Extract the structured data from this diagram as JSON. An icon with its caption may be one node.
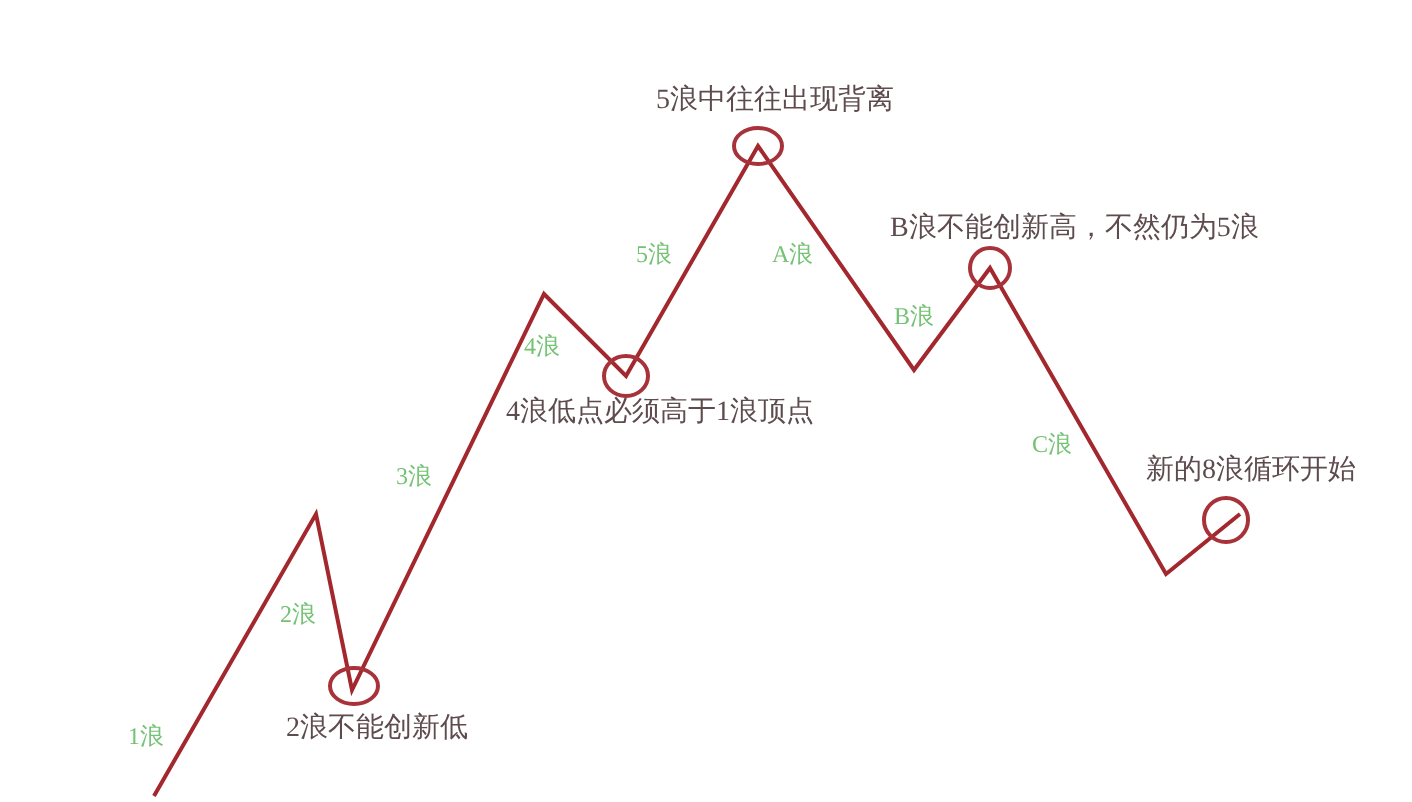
{
  "diagram": {
    "labels": [
      "5浪中往往出现背离",
      "B浪不能创新高，不然仍为5浪",
      "5浪",
      "A浪",
      "B浪",
      "4浪",
      "4浪低点必须高于1浪顶点",
      "C浪",
      "新的8浪循环开始",
      "3浪",
      "2浪",
      "1浪",
      "2浪不能创新低"
    ]
  }
}
